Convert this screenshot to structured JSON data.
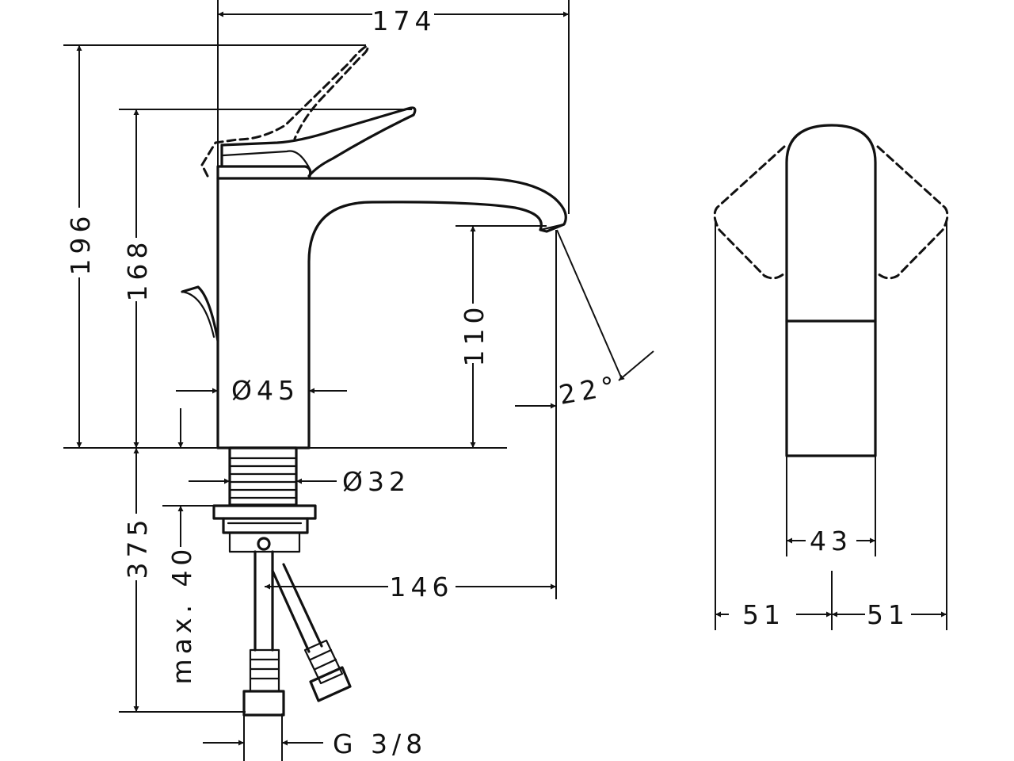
{
  "dimensions": {
    "overall_width": "174",
    "total_height": "196",
    "body_height": "168",
    "spout_height": "110",
    "spray_angle": "22°",
    "body_diameter": "Ø45",
    "shank_diameter": "Ø32",
    "below_counter": "375",
    "max_counter_thickness": "max. 40",
    "spout_reach": "146",
    "thread": "G 3/8",
    "handle_width": "43",
    "swing_left": "51",
    "swing_right": "51"
  }
}
